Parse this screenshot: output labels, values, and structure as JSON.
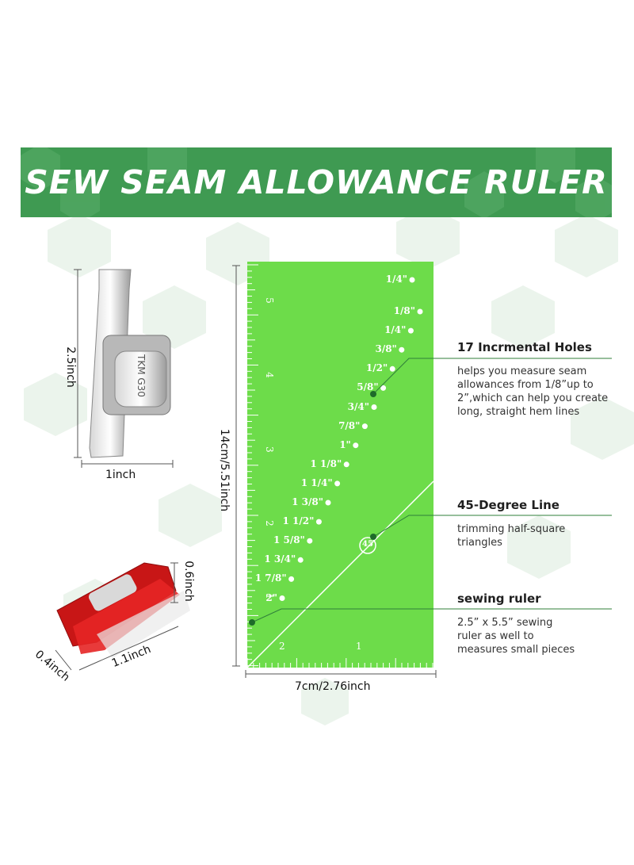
{
  "banner": {
    "title": "SEW SEAM ALLOWANCE RULER"
  },
  "gauge": {
    "height_label": "2.5inch",
    "width_label": "1inch",
    "engraving": "TKM G30"
  },
  "clip": {
    "height_label": "0.6inch",
    "length_label": "1.1inch",
    "depth_label": "0.4inch"
  },
  "ruler": {
    "height_label": "14cm/5.51inch",
    "width_label": "7cm/2.76inch",
    "hole_labels": [
      "1/4\"",
      "1/8\"",
      "1/4\"",
      "3/8\"",
      "1/2\"",
      "5/8\"",
      "3/4\"",
      "7/8\"",
      "1\"",
      "1 1/8\"",
      "1 1/4\"",
      "1 3/8\"",
      "1 1/2\"",
      "1 5/8\"",
      "1 3/4\"",
      "1 7/8\"",
      "2\""
    ],
    "vertical_numbers": [
      "5",
      "4",
      "3",
      "2",
      "1"
    ],
    "bottom_numbers": [
      "2",
      "1"
    ],
    "angle_label": "45"
  },
  "features": [
    {
      "title": "17 Incrmental Holes",
      "desc": [
        "helps you measure seam",
        "allowances from 1/8”up to",
        "2”,which can help you create",
        "long, straight hem lines"
      ]
    },
    {
      "title": "45-Degree Line",
      "desc": [
        "trimming half-square",
        "triangles"
      ]
    },
    {
      "title": "sewing ruler",
      "desc": [
        "2.5”   x 5.5”  sewing",
        "ruler as well to",
        "measures small pieces"
      ]
    }
  ],
  "colors": {
    "banner": "#3f9a52",
    "ruler": "#6ddc4a",
    "clip": "#d61f1f",
    "leader": "#2f7f3a"
  }
}
